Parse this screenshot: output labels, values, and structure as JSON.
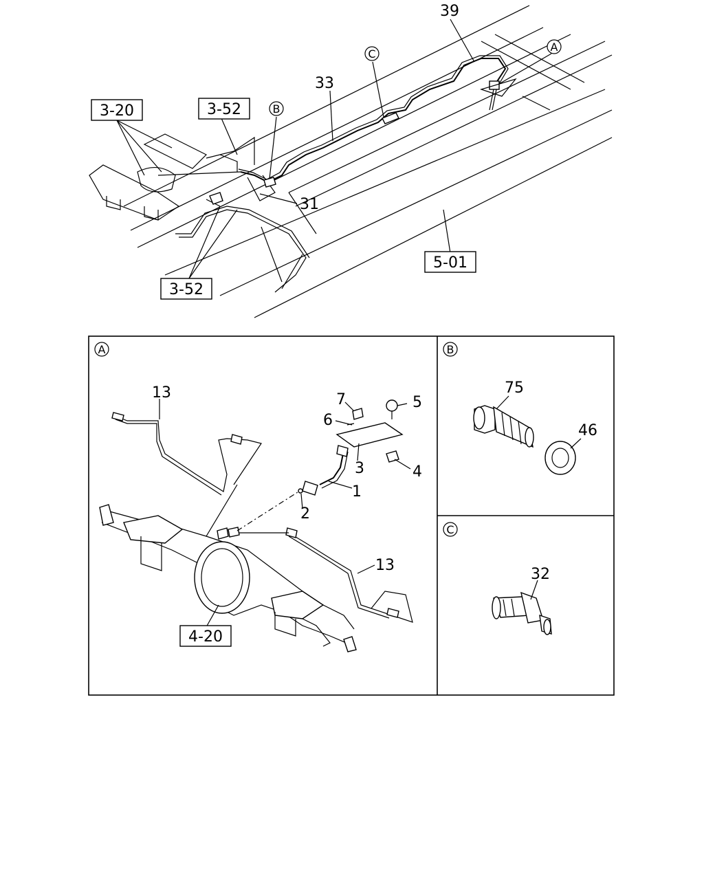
{
  "labels": {
    "part_39": "39",
    "part_33": "33",
    "part_31": "31",
    "part_1": "1",
    "part_2": "2",
    "part_3": "3",
    "part_4": "4",
    "part_5": "5",
    "part_6": "6",
    "part_7": "7",
    "part_13_left": "13",
    "part_13_right": "13",
    "part_75": "75",
    "part_46": "46",
    "part_32": "32"
  },
  "refs": {
    "ref_3_20": "3-20",
    "ref_3_52_top": "3-52",
    "ref_3_52_bottom": "3-52",
    "ref_5_01": "5-01",
    "ref_4_20": "4-20"
  },
  "callouts": {
    "A": "A",
    "B": "B",
    "C": "C"
  },
  "panels": {
    "A": "A",
    "B": "B",
    "C": "C"
  }
}
